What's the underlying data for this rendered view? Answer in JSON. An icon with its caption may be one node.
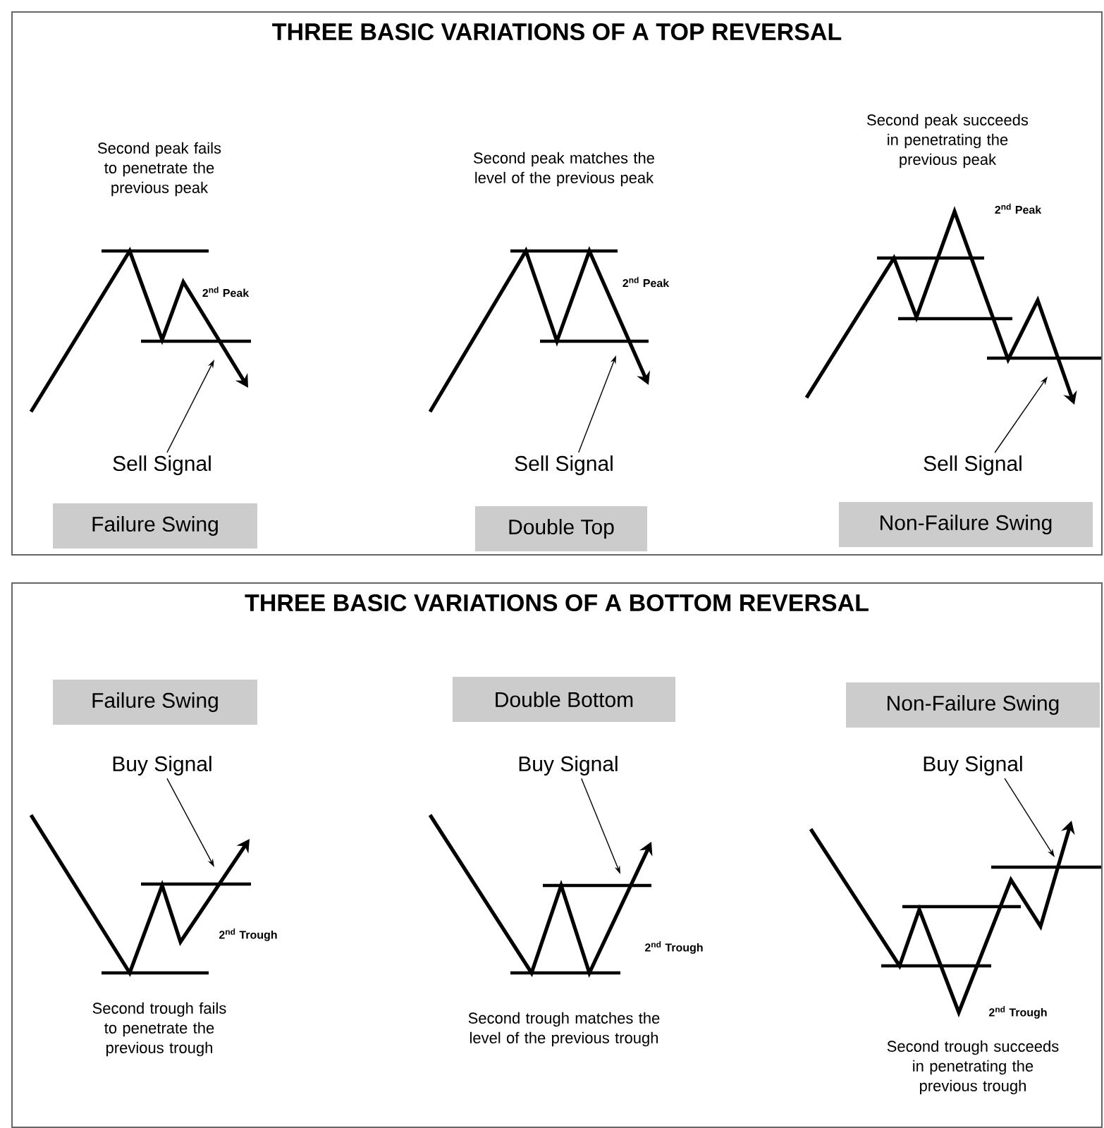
{
  "diagram": {
    "nodes": [
      {
        "text": [
          "THREE BASIC VARIATIONS OF A TOP REVERSAL"
        ]
      },
      {
        "text": [
          "THREE BASIC VARIATIONS OF A BOTTOM REVERSAL"
        ]
      },
      {
        "text": [
          "Failure Swing"
        ],
        "in": 0
      },
      {
        "text": [
          "Double Top"
        ],
        "in": 0
      },
      {
        "text": [
          "Non-Failure Swing"
        ],
        "in": 0
      },
      {
        "text": [
          "Failure Swing"
        ],
        "in": 1
      },
      {
        "text": [
          "Double Bottom"
        ],
        "in": 1
      },
      {
        "text": [
          "Non-Failure Swing"
        ],
        "in": 1
      },
      {
        "text": [
          "Sell Signal"
        ],
        "in": 0
      },
      {
        "text": [
          "Sell Signal"
        ],
        "in": 0
      },
      {
        "text": [
          "Sell Signal"
        ],
        "in": 0
      },
      {
        "text": [
          "Buy Signal"
        ],
        "in": 1
      },
      {
        "text": [
          "Buy Signal"
        ],
        "in": 1
      },
      {
        "text": [
          "Buy Signal"
        ],
        "in": 1
      }
    ],
    "edges": [
      {
        "from": 8,
        "to": null,
        "arrow": "to"
      },
      {
        "from": 9,
        "to": null,
        "arrow": "to"
      },
      {
        "from": 10,
        "to": null,
        "arrow": "to"
      },
      {
        "from": 11,
        "to": null,
        "arrow": "to"
      },
      {
        "from": 12,
        "to": null,
        "arrow": "to"
      },
      {
        "from": 13,
        "to": null,
        "arrow": "to"
      }
    ],
    "labels": [
      "Second peak fails to penetrate the previous peak",
      "Second peak matches the level of the previous peak",
      "Second peak succeeds in penetrating the previous peak",
      "2$^{nd}$ Peak",
      "2$^{nd}$ Peak",
      "2$^{nd}$ Peak",
      "2$^{nd}$ Trough",
      "2$^{nd}$ Trough",
      "2$^{nd}$ Trough",
      "Second trough fails to penetrate the previous trough",
      "Second trough matches the level of the previous trough",
      "Second trough succeeds in penetrating the previous trough"
    ]
  }
}
